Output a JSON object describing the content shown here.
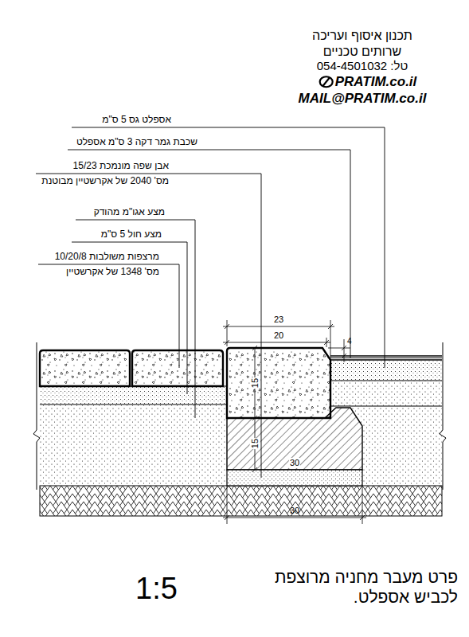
{
  "diagram": {
    "caption": "פרט מעבר מחניה מרוצפת לכביש אספלט.",
    "labels": [
      "תכנון איסוף ועריכה",
      "שרותים טכניים",
      "טל: 054-4501032",
      "PRATIM.co.il",
      "MAIL@PRATIM.co.il",
      "אספלט גס 5 ס\"מ",
      "שכבת גמר דקה 3 ס\"מ אספלט",
      "אבן שפה מונמכת 15/23",
      "מס' 2040 של אקרשטיין מבוטנת",
      "מצע אגו\"מ מהודק",
      "מצע חול 5 ס\"מ",
      "מרצפות משולבות 10/20/8",
      "מס' 1348 של אקרשטיין",
      "23",
      "20",
      "4",
      "15",
      "15",
      "30",
      "30",
      "1:5"
    ]
  }
}
